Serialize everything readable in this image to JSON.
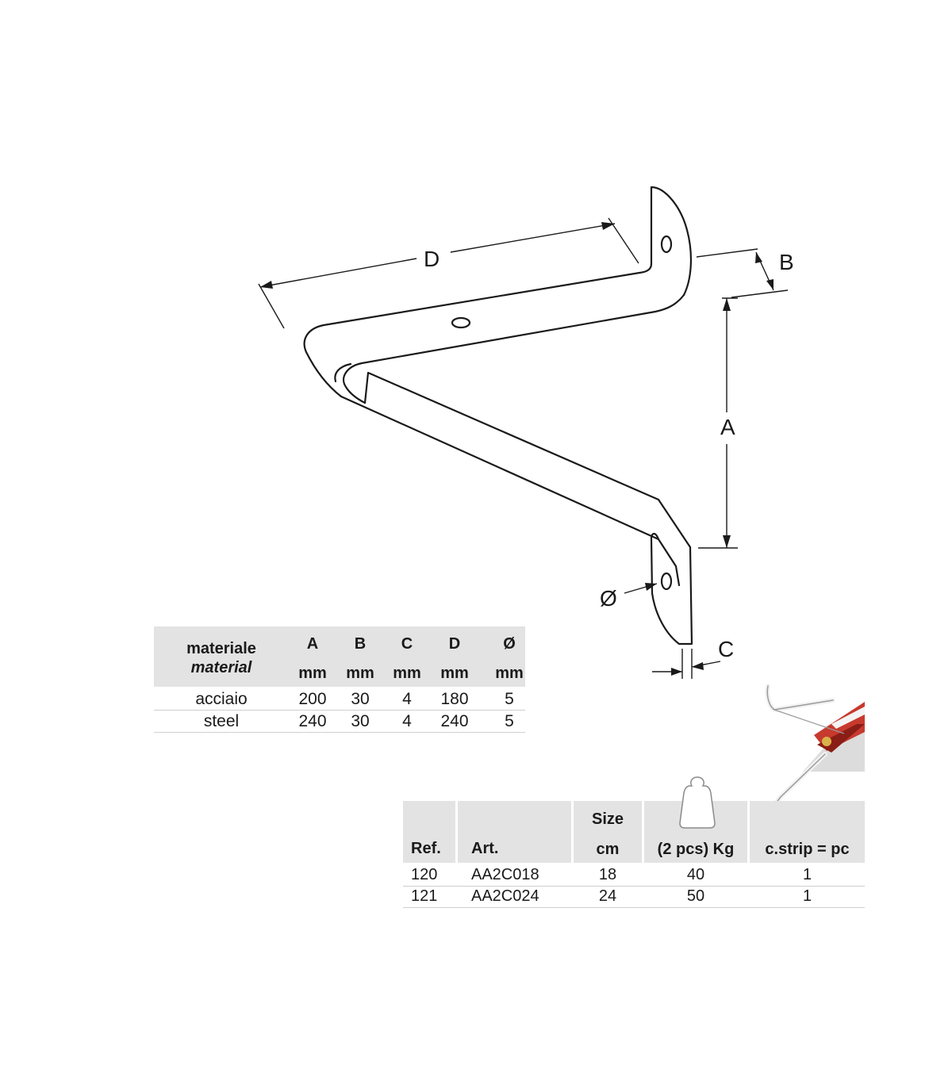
{
  "drawing": {
    "labels": {
      "D": "D",
      "B": "B",
      "A": "A",
      "diameter": "Ø",
      "C": "C"
    }
  },
  "spec_table": {
    "material_label_it": "materiale",
    "material_label_en": "material",
    "columns": [
      {
        "letter": "A",
        "unit": "mm"
      },
      {
        "letter": "B",
        "unit": "mm"
      },
      {
        "letter": "C",
        "unit": "mm"
      },
      {
        "letter": "D",
        "unit": "mm"
      },
      {
        "letter": "Ø",
        "unit": "mm"
      }
    ],
    "rows": [
      {
        "material": "acciaio",
        "values": [
          "200",
          "30",
          "4",
          "180",
          "5"
        ]
      },
      {
        "material": "steel",
        "values": [
          "240",
          "30",
          "4",
          "240",
          "5"
        ]
      }
    ]
  },
  "product_table": {
    "headers": {
      "ref": "Ref.",
      "art": "Art.",
      "size_top": "Size",
      "size_unit": "cm",
      "load": "(2 pcs) Kg",
      "strip": "c.strip = pc"
    },
    "icons": {
      "load": "weight-icon",
      "product": "bracket-package-photo"
    },
    "rows": [
      {
        "ref": "120",
        "art": "AA2C018",
        "size": "18",
        "load": "40",
        "strip": "1"
      },
      {
        "ref": "121",
        "art": "AA2C024",
        "size": "24",
        "load": "50",
        "strip": "1"
      }
    ]
  }
}
